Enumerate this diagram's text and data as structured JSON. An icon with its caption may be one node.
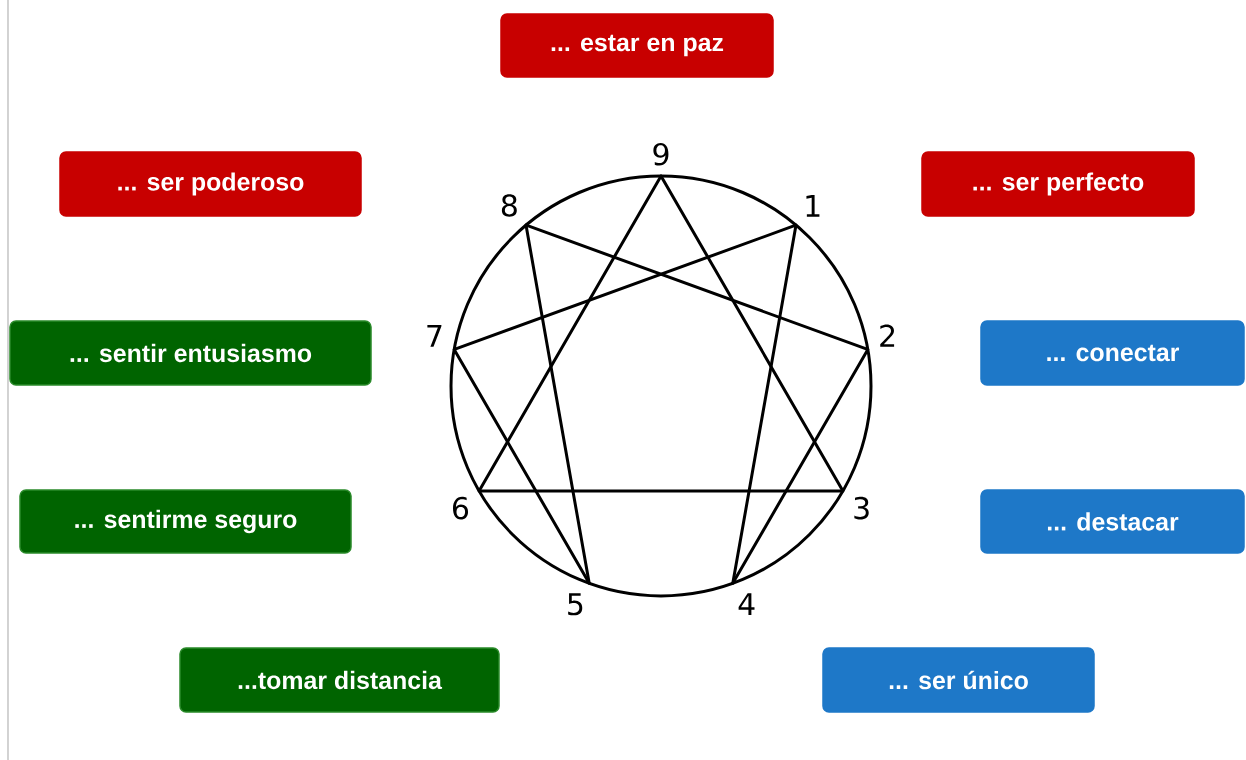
{
  "diagram": {
    "nodes": [
      {
        "text": [
          "... estar en paz"
        ]
      },
      {
        "text": [
          "... ser poderoso"
        ]
      },
      {
        "text": [
          "... ser perfecto"
        ]
      },
      {
        "text": [
          "... sentir entusiasmo"
        ]
      },
      {
        "text": [
          "... conectar"
        ]
      },
      {
        "text": [
          "... sentirme seguro"
        ]
      },
      {
        "text": [
          "... destacar"
        ]
      },
      {
        "text": [
          "...tomar distancia"
        ]
      },
      {
        "text": [
          "... ser único"
        ]
      },
      {
        "text": [
          "9"
        ]
      },
      {
        "text": [
          "8"
        ]
      },
      {
        "text": [
          "1"
        ]
      },
      {
        "text": [
          "7"
        ]
      },
      {
        "text": [
          "2"
        ]
      },
      {
        "text": [
          "6"
        ]
      },
      {
        "text": [
          "3"
        ]
      },
      {
        "text": [
          "5"
        ]
      },
      {
        "text": [
          "4"
        ]
      }
    ],
    "edges": [
      {
        "from": 9,
        "to": 15,
        "arrow": "none"
      },
      {
        "from": 15,
        "to": 14,
        "arrow": "none"
      },
      {
        "from": 14,
        "to": 9,
        "arrow": "none"
      },
      {
        "from": 11,
        "to": 17,
        "arrow": "none"
      },
      {
        "from": 17,
        "to": 13,
        "arrow": "none"
      },
      {
        "from": 13,
        "to": 10,
        "arrow": "none"
      },
      {
        "from": 10,
        "to": 16,
        "arrow": "none"
      },
      {
        "from": 16,
        "to": 12,
        "arrow": "none"
      },
      {
        "from": 12,
        "to": 11,
        "arrow": "none"
      }
    ]
  }
}
